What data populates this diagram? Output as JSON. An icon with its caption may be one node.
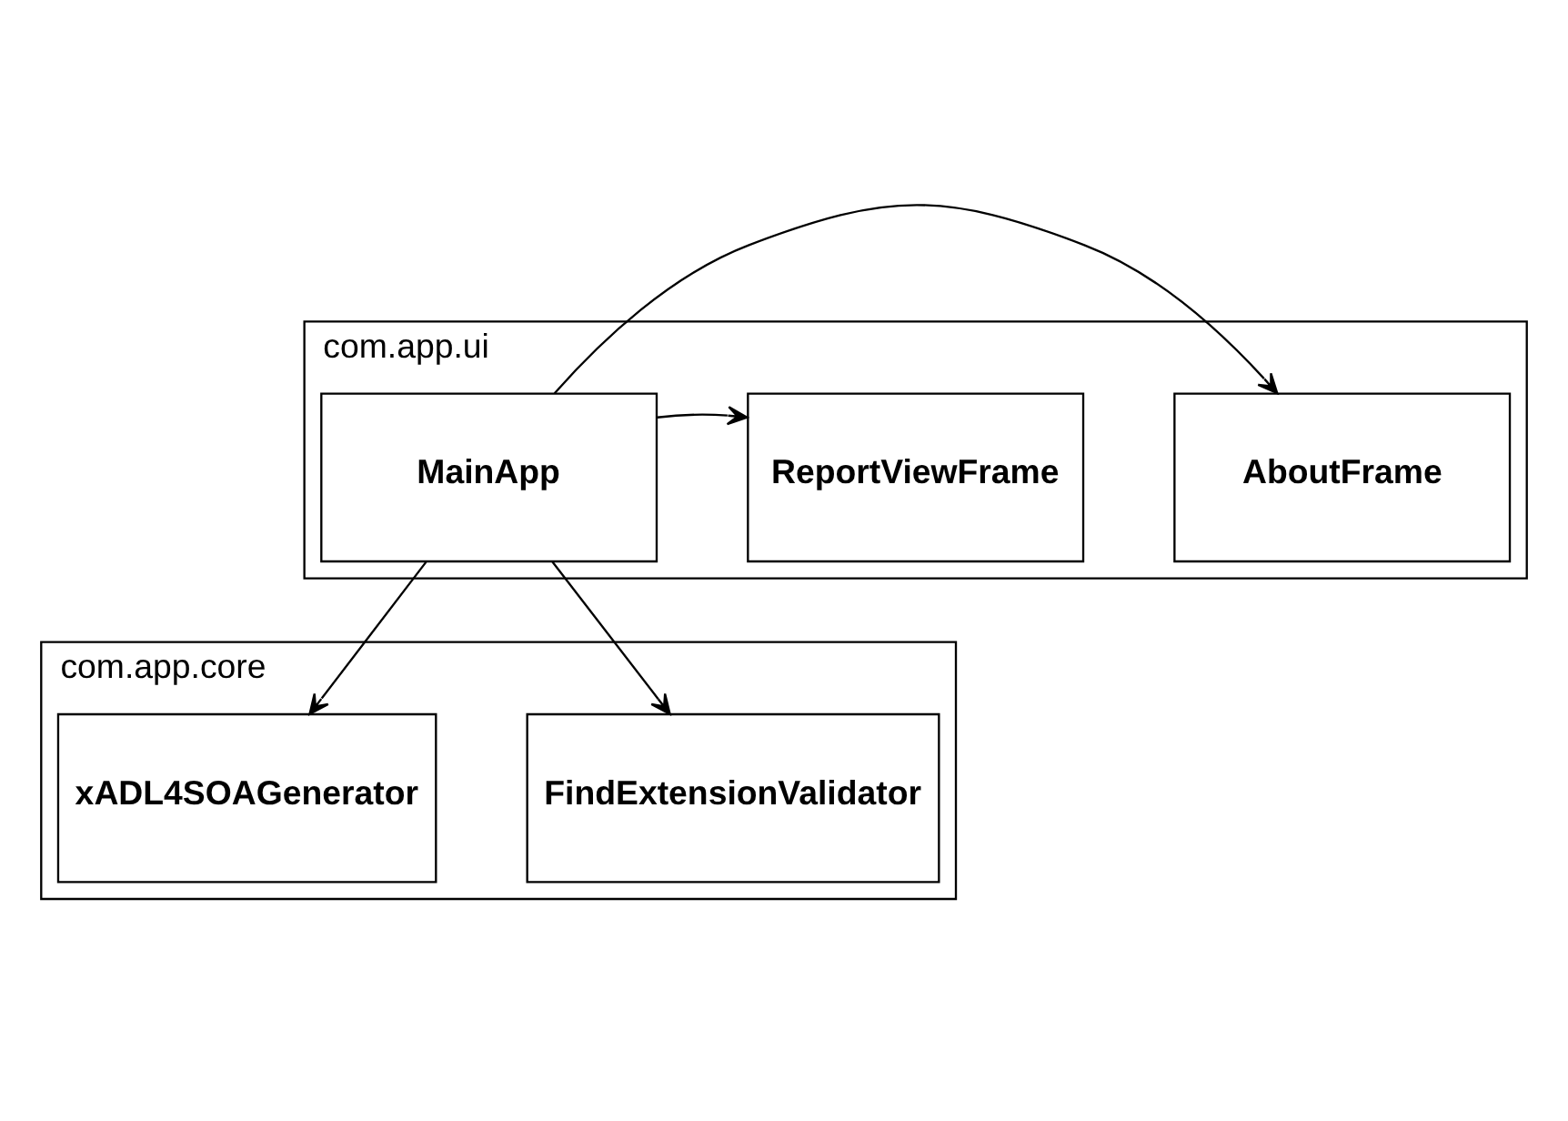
{
  "diagram": {
    "nodes": [
      {
        "text": [
          "com.app.ui"
        ]
      },
      {
        "text": [
          "MainApp"
        ],
        "in": 0
      },
      {
        "text": [
          "ReportViewFrame"
        ],
        "in": 0
      },
      {
        "text": [
          "AboutFrame"
        ],
        "in": 0
      },
      {
        "text": [
          "com.app.core"
        ]
      },
      {
        "text": [
          "xADL4SOAGenerator"
        ],
        "in": 4
      },
      {
        "text": [
          "FindExtensionValidator"
        ],
        "in": 4
      }
    ],
    "edges": [
      {
        "from": 1,
        "to": 2,
        "arrow": "to"
      },
      {
        "from": 1,
        "to": 3,
        "arrow": "to"
      },
      {
        "from": 1,
        "to": 5,
        "arrow": "to"
      },
      {
        "from": 1,
        "to": 6,
        "arrow": "to"
      }
    ]
  }
}
